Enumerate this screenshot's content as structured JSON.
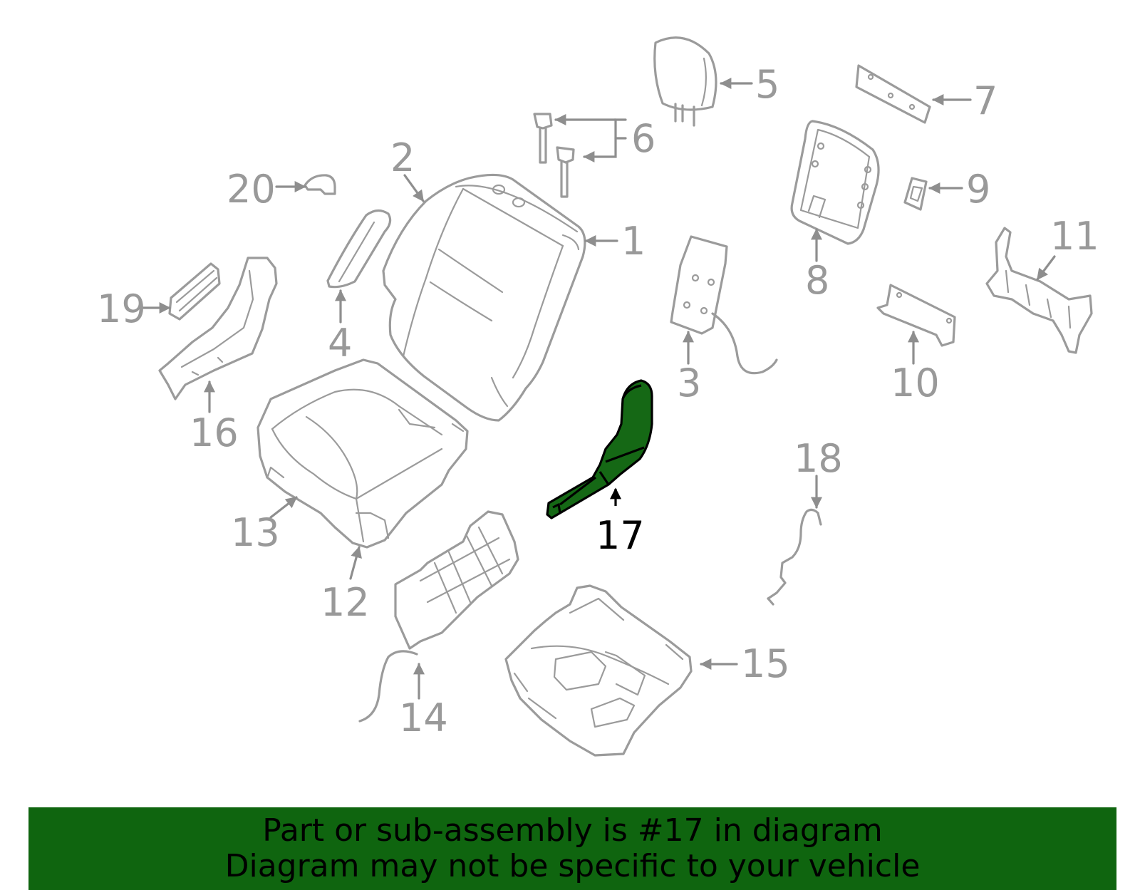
{
  "diagram": {
    "highlight_color": "#156815",
    "outline_color": "#9b9b9b",
    "parts": [
      {
        "number": "1",
        "icon": "seat-back-cover-icon"
      },
      {
        "number": "2",
        "icon": "seat-back-cover-icon"
      },
      {
        "number": "3",
        "icon": "heater-element-icon"
      },
      {
        "number": "4",
        "icon": "armrest-trim-icon"
      },
      {
        "number": "5",
        "icon": "headrest-icon"
      },
      {
        "number": "6",
        "icon": "headrest-guide-icon"
      },
      {
        "number": "7",
        "icon": "bracket-icon"
      },
      {
        "number": "8",
        "icon": "back-panel-icon"
      },
      {
        "number": "9",
        "icon": "clip-icon"
      },
      {
        "number": "10",
        "icon": "bracket-icon"
      },
      {
        "number": "11",
        "icon": "frame-bracket-icon"
      },
      {
        "number": "12",
        "icon": "seat-cushion-icon"
      },
      {
        "number": "13",
        "icon": "seat-cushion-cover-icon"
      },
      {
        "number": "14",
        "icon": "cushion-heater-icon"
      },
      {
        "number": "15",
        "icon": "seat-frame-icon"
      },
      {
        "number": "16",
        "icon": "side-shield-icon"
      },
      {
        "number": "17",
        "icon": "side-cover-icon",
        "highlighted": true
      },
      {
        "number": "18",
        "icon": "wire-harness-icon"
      },
      {
        "number": "19",
        "icon": "switch-knob-icon"
      },
      {
        "number": "20",
        "icon": "clip-icon"
      }
    ]
  },
  "banner": {
    "background": "#0f650f",
    "line1": "Part or sub-assembly is #17 in diagram",
    "line2": "Diagram may not be specific to your vehicle"
  }
}
